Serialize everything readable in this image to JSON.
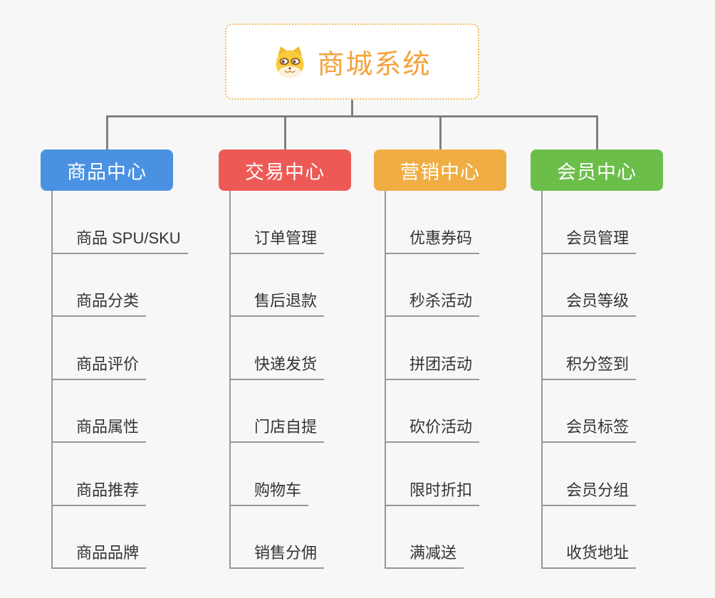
{
  "root": {
    "title": "商城系统",
    "icon": "dog-face-icon",
    "title_color": "#f2a33c",
    "border_color": "#f3bb5b"
  },
  "branches": [
    {
      "label": "商品中心",
      "color": "#4b91e2",
      "items": [
        "商品 SPU/SKU",
        "商品分类",
        "商品评价",
        "商品属性",
        "商品推荐",
        "商品品牌"
      ]
    },
    {
      "label": "交易中心",
      "color": "#ed5a55",
      "items": [
        "订单管理",
        "售后退款",
        "快递发货",
        "门店自提",
        "购物车",
        "销售分佣"
      ]
    },
    {
      "label": "营销中心",
      "color": "#efad43",
      "items": [
        "优惠券码",
        "秒杀活动",
        "拼团活动",
        "砍价活动",
        "限时折扣",
        "满减送"
      ]
    },
    {
      "label": "会员中心",
      "color": "#6cbe4b",
      "items": [
        "会员管理",
        "会员等级",
        "积分签到",
        "会员标签",
        "会员分组",
        "收货地址"
      ]
    }
  ],
  "connector_color": "#808080",
  "line_color": "#979797",
  "background_color": "#f7f7f7"
}
